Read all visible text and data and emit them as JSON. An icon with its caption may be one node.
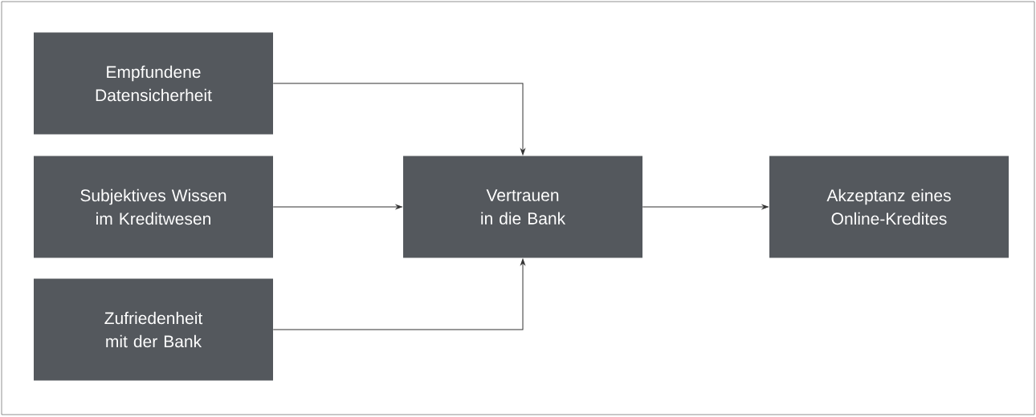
{
  "diagram": {
    "nodes": [
      {
        "text": [
          "Empfundene Datensicherheit"
        ]
      },
      {
        "text": [
          "Subjektives Wissen im Kreditwesen"
        ]
      },
      {
        "text": [
          "Zufriedenheit mit der Bank"
        ]
      },
      {
        "text": [
          "Vertrauen in die Bank"
        ]
      },
      {
        "text": [
          "Akzeptanz eines Online-Kredites"
        ]
      }
    ],
    "edges": [
      {
        "from": 0,
        "to": 3,
        "arrow": "to"
      },
      {
        "from": 1,
        "to": 3,
        "arrow": "to"
      },
      {
        "from": 2,
        "to": 3,
        "arrow": "to"
      },
      {
        "from": 3,
        "to": 4,
        "arrow": "to"
      }
    ]
  }
}
